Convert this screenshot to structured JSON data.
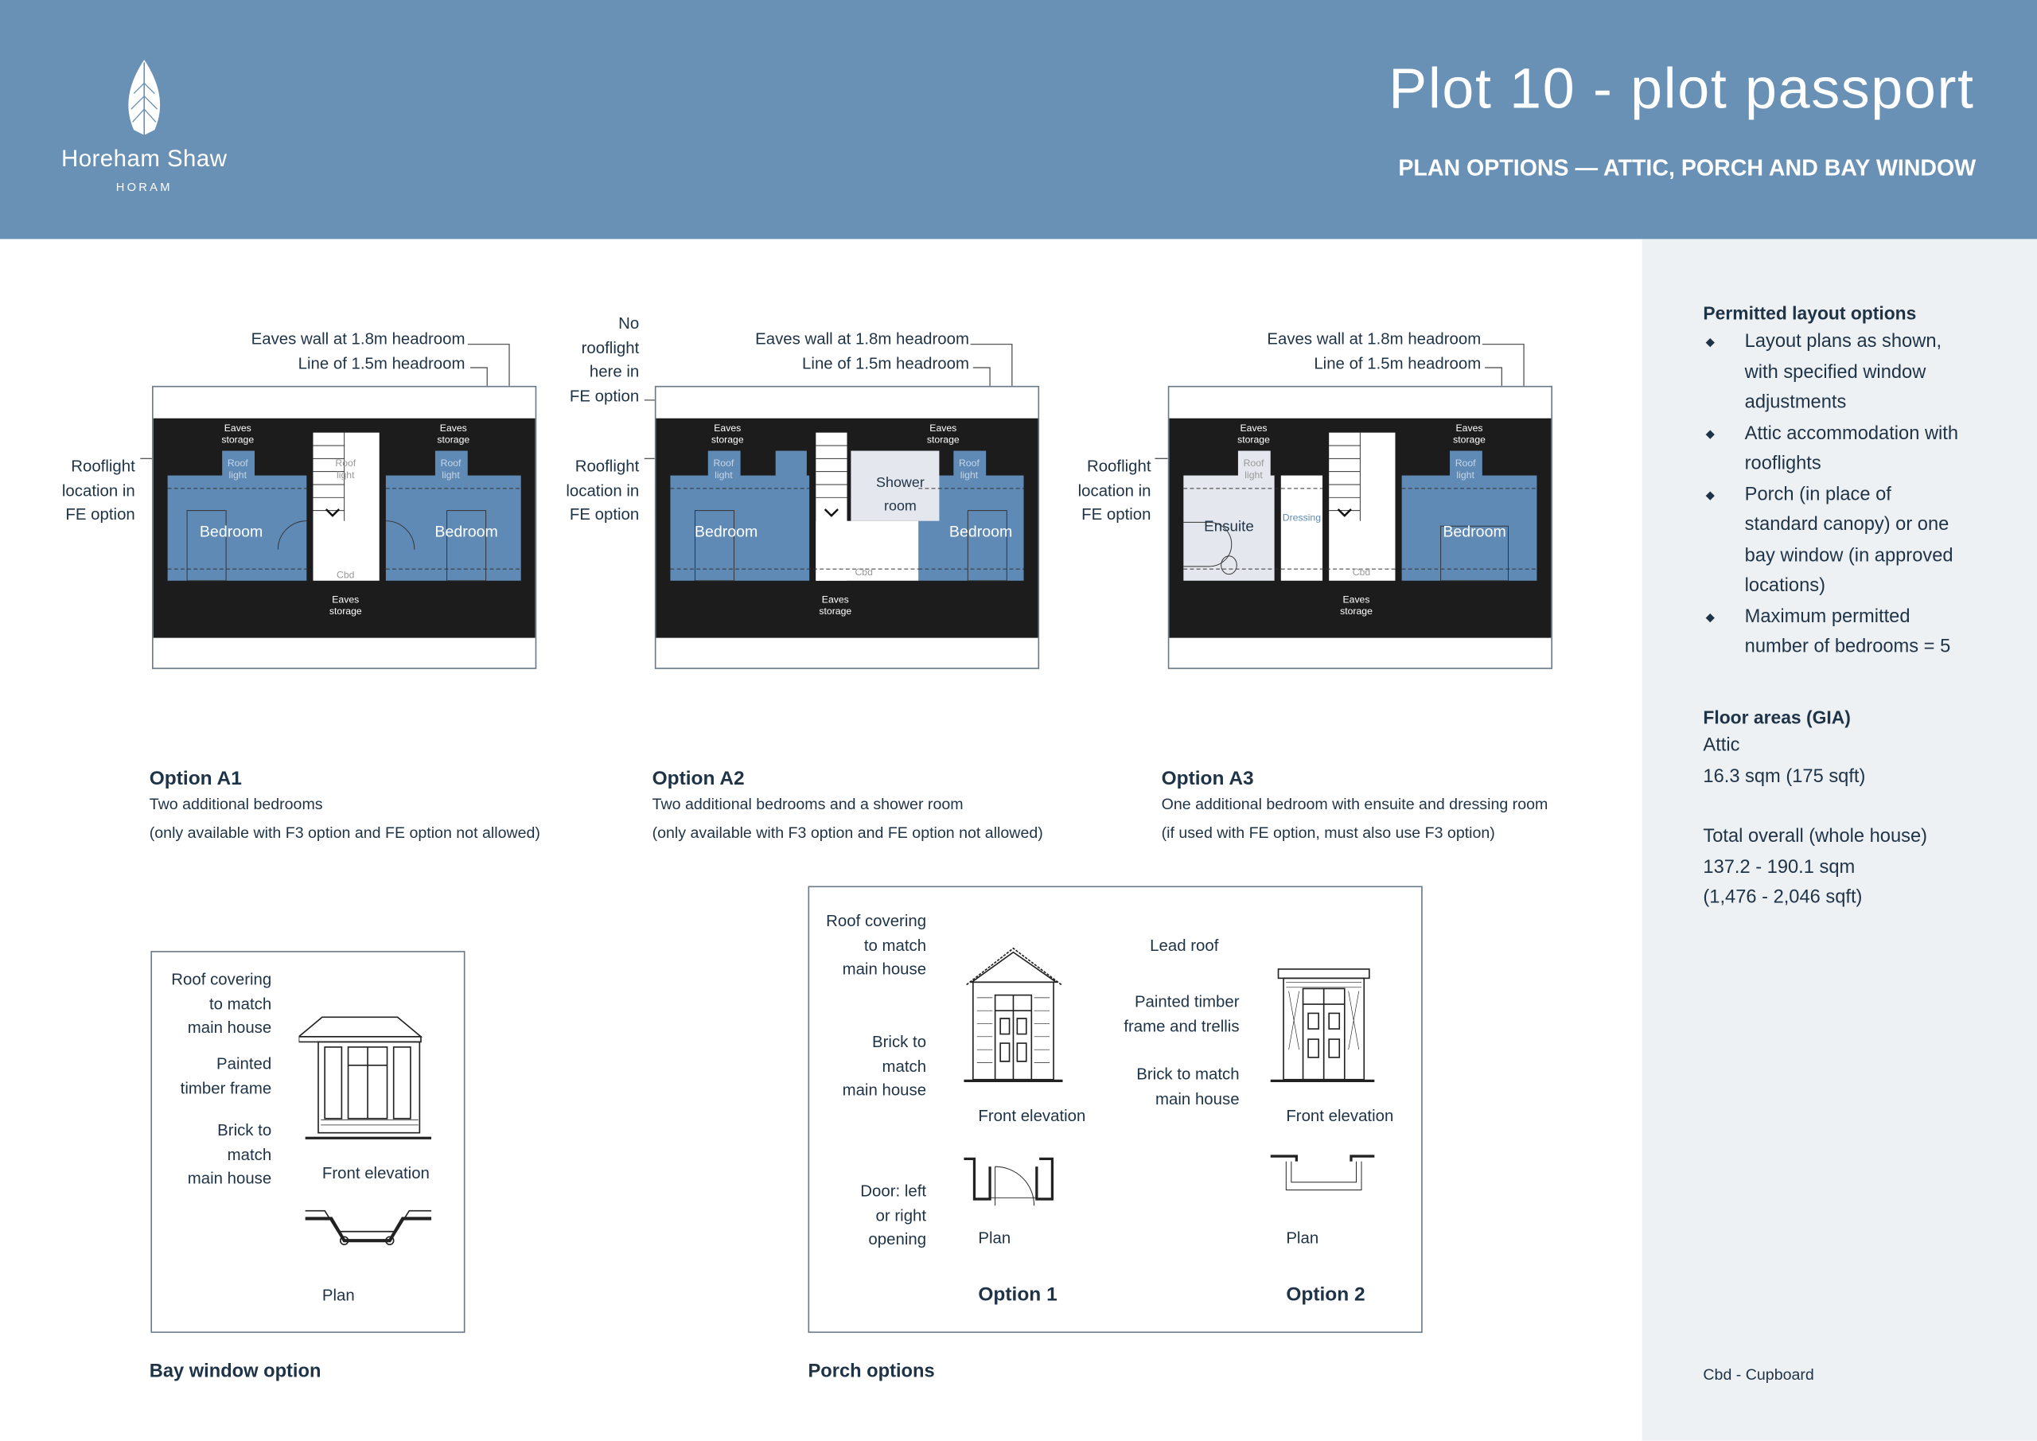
{
  "header": {
    "brand": "Horeham Shaw",
    "brand_sub": "HORAM",
    "title": "Plot 10 - plot passport",
    "subtitle": "PLAN OPTIONS — ATTIC, PORCH AND BAY WINDOW"
  },
  "plans": {
    "labels": {
      "eaves_wall": "Eaves wall at 1.8m headroom",
      "line_headroom": "Line of 1.5m headroom",
      "rooflight_1": "Rooflight",
      "rooflight_2": "location in",
      "rooflight_3": "FE option",
      "no_rooflight": [
        "No",
        "rooflight",
        "here in",
        "FE option"
      ]
    },
    "room_labels": {
      "eaves": "Eaves",
      "storage": "storage",
      "roof": "Roof",
      "light": "light",
      "bedroom": "Bedroom",
      "cbd": "Cbd",
      "shower": "Shower",
      "room": "room",
      "ensuite": "Ensuite",
      "dressing": "Dressing"
    },
    "options": [
      {
        "title": "Option A1",
        "line1": "Two additional bedrooms",
        "line2": "(only available with F3 option and FE option not allowed)"
      },
      {
        "title": "Option A2",
        "line1": "Two additional bedrooms and a shower room",
        "line2": "(only available with F3 option and FE option not allowed)"
      },
      {
        "title": "Option A3",
        "line1": "One additional bedroom with ensuite and dressing room",
        "line2": "(if used with FE option, must also use F3 option)"
      }
    ]
  },
  "bay": {
    "title": "Bay window option",
    "roof": [
      "Roof covering",
      "to match",
      "main house"
    ],
    "frame": [
      "Painted",
      "timber frame"
    ],
    "brick": [
      "Brick to",
      "match",
      "main house"
    ],
    "front_elevation": "Front elevation",
    "plan": "Plan"
  },
  "porch": {
    "title": "Porch options",
    "opt1": {
      "roof": [
        "Roof covering",
        "to match",
        "main house"
      ],
      "brick": [
        "Brick to",
        "match",
        "main house"
      ],
      "door": [
        "Door: left",
        "or right",
        "opening"
      ],
      "front_elevation": "Front elevation",
      "plan": "Plan",
      "label": "Option 1"
    },
    "opt2": {
      "lead": "Lead roof",
      "frame": [
        "Painted timber",
        "frame and trellis"
      ],
      "brick": [
        "Brick to match",
        "main house"
      ],
      "front_elevation": "Front elevation",
      "plan": "Plan",
      "label": "Option 2"
    }
  },
  "sidebar": {
    "permitted_title": "Permitted layout options",
    "bullets": [
      [
        "Layout plans as shown,",
        "with specified window",
        "adjustments"
      ],
      [
        "Attic accommodation with",
        "rooflights"
      ],
      [
        "Porch (in place of",
        "standard canopy) or one",
        "bay window (in approved",
        "locations)"
      ],
      [
        "Maximum permitted",
        "number of bedrooms = 5"
      ]
    ],
    "floor_title": "Floor areas (GIA)",
    "attic_label": "Attic",
    "attic_value": "16.3 sqm (175 sqft)",
    "total_label": "Total overall (whole house)",
    "total_sqm": "137.2 - 190.1 sqm",
    "total_sqft": "(1,476 - 2,046 sqft)",
    "footnote": "Cbd - Cupboard"
  },
  "colors": {
    "header": "#6990b5",
    "room_blue": "#5f8ab6",
    "plan_black": "#1c1c1c",
    "sidebar": "#eef1f4",
    "text": "#1f3346"
  }
}
